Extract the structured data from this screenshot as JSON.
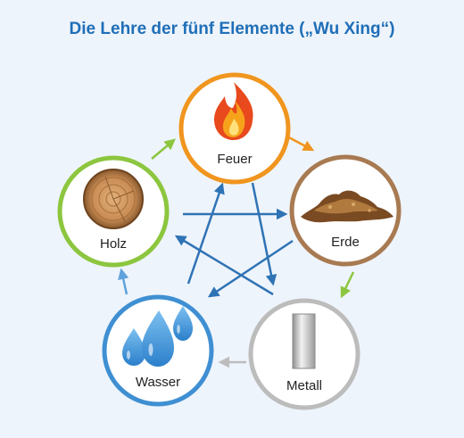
{
  "title": "Die Lehre der fünf Elemente („Wu Xing“)",
  "elements": {
    "feuer": {
      "label": "Feuer",
      "color": "#f0951e"
    },
    "erde": {
      "label": "Erde",
      "color": "#a87a52"
    },
    "metall": {
      "label": "Metall",
      "color": "#bcbcbc"
    },
    "wasser": {
      "label": "Wasser",
      "color": "#3f8fd2"
    },
    "holz": {
      "label": "Holz",
      "color": "#8cc63f"
    }
  },
  "icons": {
    "feuer": "flame-icon",
    "erde": "earth-pile-icon",
    "metall": "metal-bar-icon",
    "wasser": "water-drops-icon",
    "holz": "wood-log-icon"
  },
  "colors": {
    "background": "#eef4fb",
    "title": "#1f6fb8",
    "control_cycle_arrows": "#2f73b5"
  }
}
